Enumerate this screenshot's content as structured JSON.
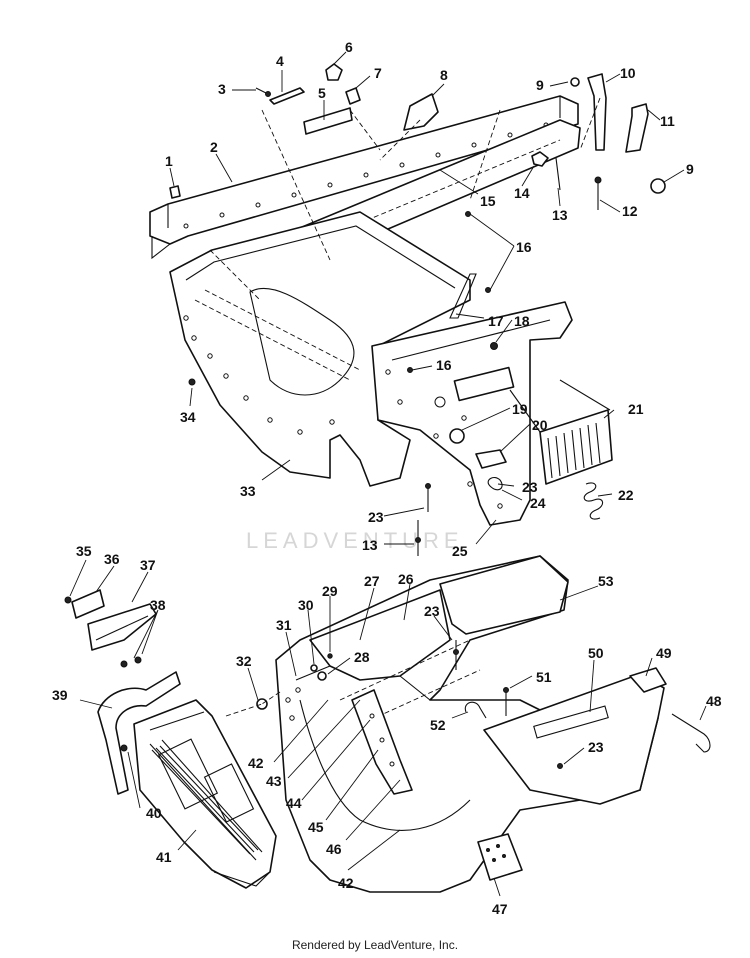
{
  "diagram": {
    "callouts": [
      "1",
      "2",
      "3",
      "4",
      "5",
      "6",
      "7",
      "8",
      "9",
      "10",
      "11",
      "9",
      "12",
      "13",
      "14",
      "15",
      "16",
      "16",
      "17",
      "18",
      "19",
      "20",
      "21",
      "22",
      "23",
      "24",
      "25",
      "23",
      "13",
      "33",
      "34",
      "35",
      "36",
      "37",
      "38",
      "39",
      "40",
      "41",
      "32",
      "31",
      "30",
      "29",
      "28",
      "27",
      "26",
      "53",
      "23",
      "51",
      "52",
      "50",
      "49",
      "48",
      "23",
      "42",
      "43",
      "44",
      "45",
      "46",
      "42",
      "47"
    ]
  },
  "watermark": "LEADVENTURE",
  "footer": "Rendered by LeadVenture, Inc."
}
